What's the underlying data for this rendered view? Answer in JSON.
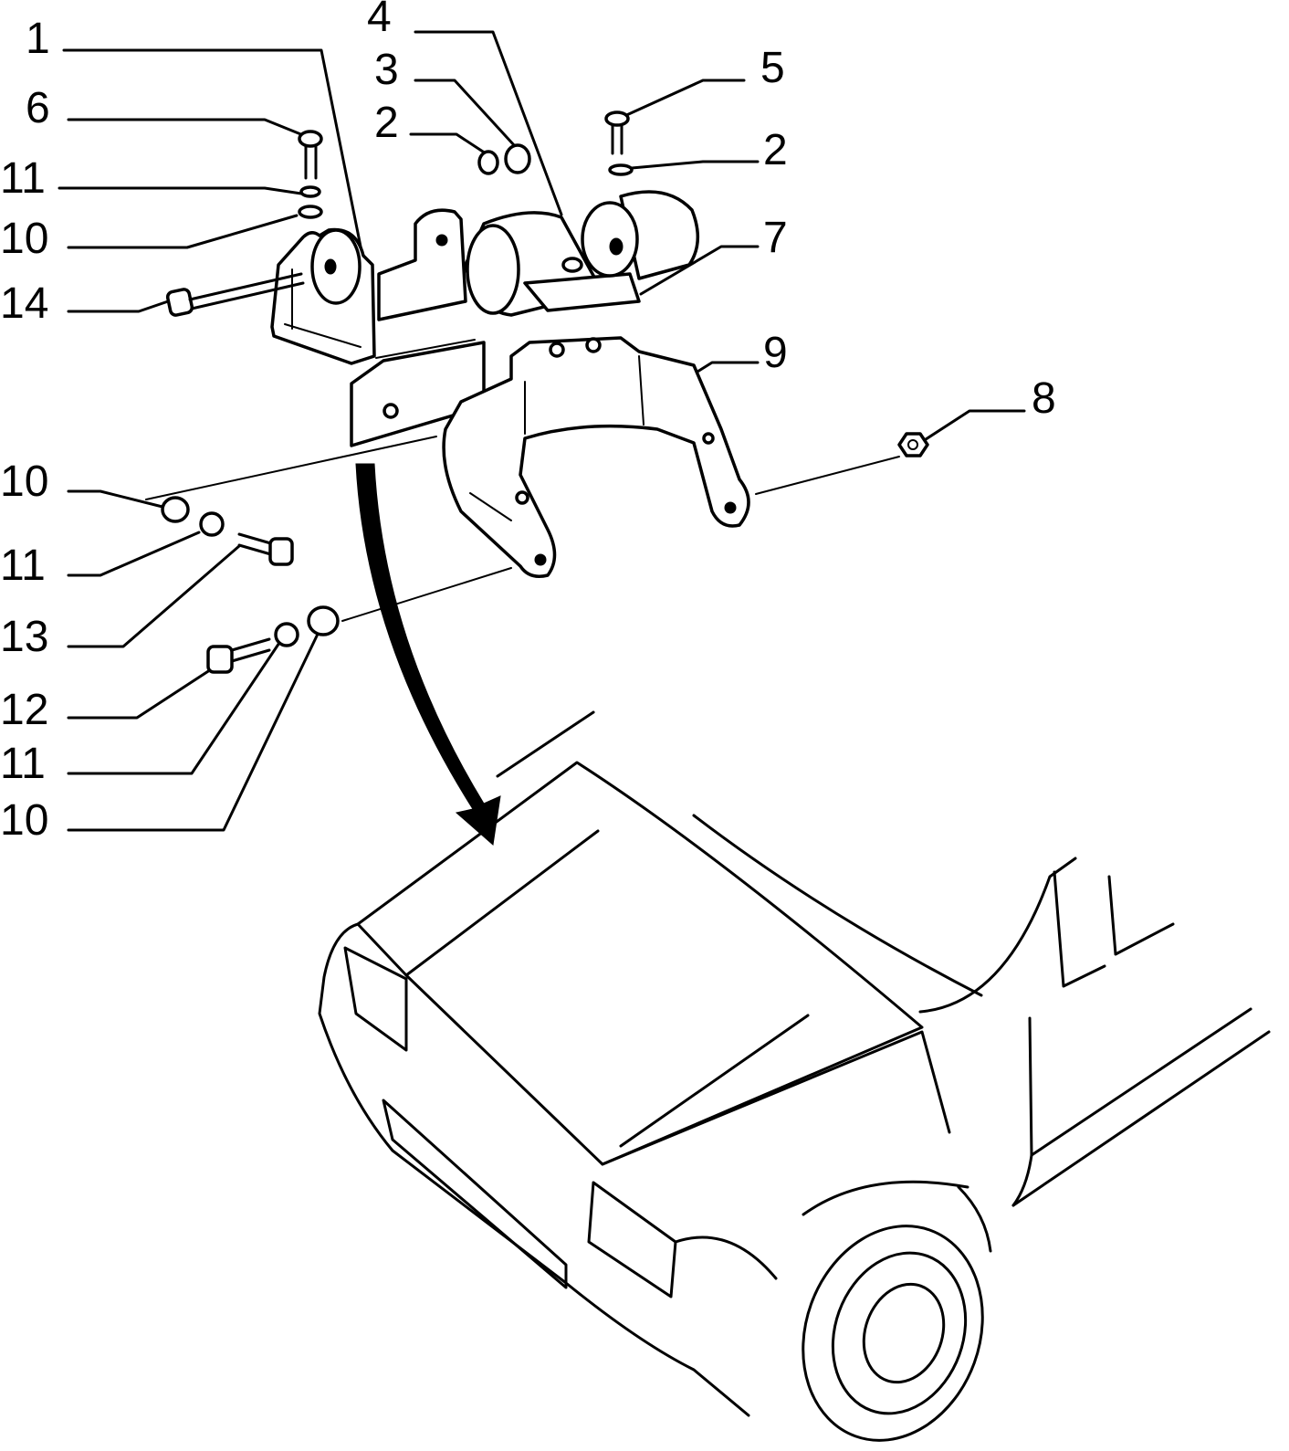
{
  "diagram": {
    "callouts": [
      {
        "id": "c1-top-left",
        "label": "1"
      },
      {
        "id": "c6",
        "label": "6"
      },
      {
        "id": "c11-a",
        "label": "11"
      },
      {
        "id": "c10-a",
        "label": "10"
      },
      {
        "id": "c14",
        "label": "14"
      },
      {
        "id": "c4",
        "label": "4"
      },
      {
        "id": "c3",
        "label": "3"
      },
      {
        "id": "c2-a",
        "label": "2"
      },
      {
        "id": "c5",
        "label": "5"
      },
      {
        "id": "c2-b",
        "label": "2"
      },
      {
        "id": "c7",
        "label": "7"
      },
      {
        "id": "c9",
        "label": "9"
      },
      {
        "id": "c8",
        "label": "8"
      },
      {
        "id": "c10-b",
        "label": "10"
      },
      {
        "id": "c11-b",
        "label": "11"
      },
      {
        "id": "c13",
        "label": "13"
      },
      {
        "id": "c12",
        "label": "12"
      },
      {
        "id": "c11-c",
        "label": "11"
      },
      {
        "id": "c10-c",
        "label": "10"
      }
    ]
  }
}
